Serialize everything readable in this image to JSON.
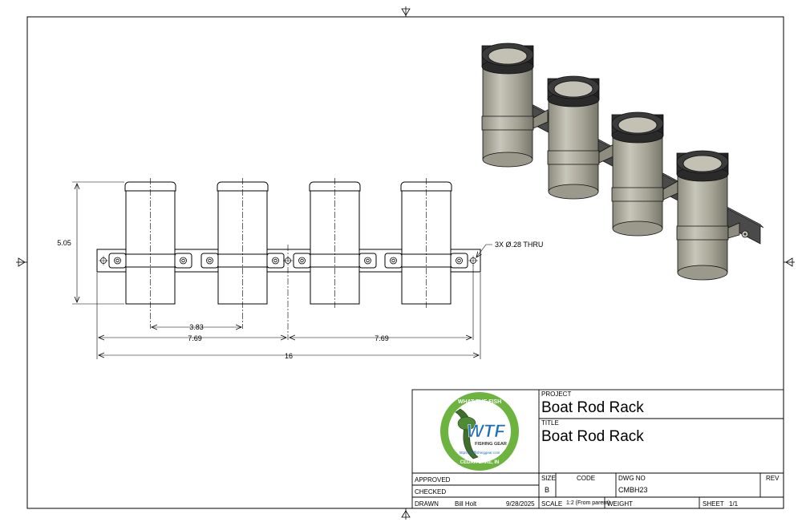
{
  "dimensions": {
    "height": "5.05",
    "spacing": "3.83",
    "half_left": "7.69",
    "half_right": "7.69",
    "overall": "16",
    "hole_note": "3X Ø.28 THRU"
  },
  "logo": {
    "arc_top": "WHAT THE FISH",
    "mark": "WTF",
    "sub": "FISHING GEAR",
    "url": "https://wtffishinggear.com",
    "arc_bottom": "CEDAR LAKE, IN"
  },
  "title_block": {
    "project_label": "PROJECT",
    "project": "Boat Rod Rack",
    "title_label": "TITLE",
    "title": "Boat Rod Rack",
    "approved_label": "APPROVED",
    "checked_label": "CHECKED",
    "drawn_label": "DRAWN",
    "drawn_by": "Bill Holt",
    "drawn_date": "9/28/2025",
    "size_label": "SIZE",
    "size": "B",
    "code_label": "CODE",
    "dwg_no_label": "DWG NO",
    "dwg_no": "CMBH23",
    "rev_label": "REV",
    "scale_label": "SCALE",
    "scale": "1:2 (From parent)",
    "weight_label": "WEIGHT",
    "sheet_label": "SHEET",
    "sheet": "1/1"
  },
  "colors": {
    "line": "#000000",
    "tube": "#a3a293",
    "tube_light": "#cfcfc4",
    "collar": "#3a3a3a",
    "logo_green": "#6db33f",
    "logo_blue": "#1f6fb5"
  }
}
